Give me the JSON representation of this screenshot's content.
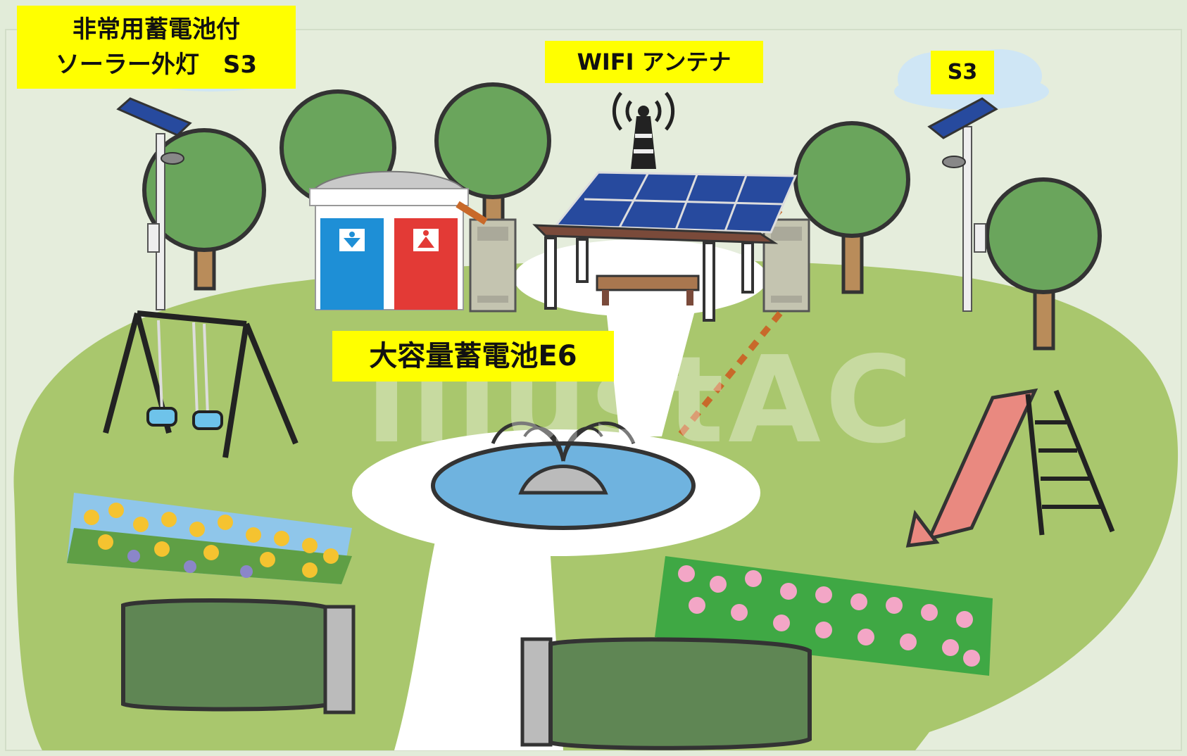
{
  "labels": {
    "solar_light_line1": "非常用蓄電池付",
    "solar_light_line2": "ソーラー外灯　S3",
    "wifi": "WIFI アンテナ",
    "s3_right": "S3",
    "battery": "大容量蓄電池E6"
  },
  "watermark": "illustAC",
  "colors": {
    "background": "#e2ecd9",
    "lawn": "#a9c76d",
    "path": "#ffffff",
    "label_fill": "#ffff00",
    "tree": "#6aa55c",
    "hedge": "#5f8654",
    "toilet_blue": "#1e8fd6",
    "toilet_red": "#e33a36",
    "solar_panel": "#274a9e",
    "slide": "#e98980",
    "cable": "#c8692a",
    "pond": "#6fb3df",
    "sky_cloud": "#cfe6f5"
  }
}
